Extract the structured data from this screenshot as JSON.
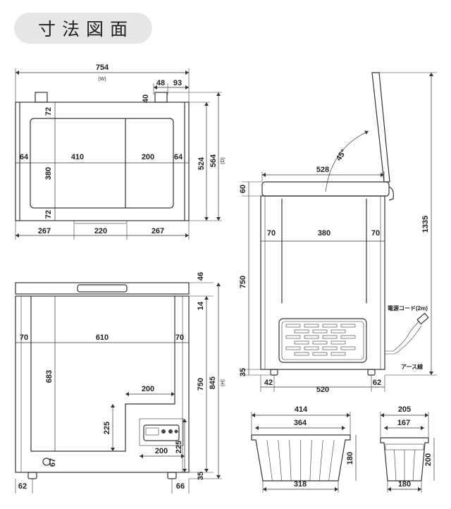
{
  "title": "寸法図面",
  "top_view": {
    "width": "754",
    "width_note": "(W)",
    "pad": "48",
    "hinge_offset": "93",
    "hinge_h": "40",
    "depth_inner": "524",
    "depth": "564",
    "depth_note": "(D)",
    "lid_top": "72",
    "lid_bottom": "72",
    "lid_h": "380",
    "left": "64",
    "center": "410",
    "right_in": "200",
    "right": "64",
    "bottom_left": "267",
    "bottom_mid": "220",
    "bottom_right": "267"
  },
  "front_view": {
    "lid_h": "46",
    "gap": "14",
    "left": "70",
    "center": "610",
    "right": "70",
    "inner_h": "683",
    "height_body": "750",
    "height": "845",
    "height_note": "(H)",
    "step_w": "200",
    "step_h": "225",
    "panel_w": "200",
    "panel_h": "225",
    "drain_h": "67",
    "foot_h": "35",
    "foot_left": "62",
    "foot_right": "66"
  },
  "side_view": {
    "lid_angle": "45°",
    "lid_w": "528",
    "lid_h": "60",
    "open_h": "1335",
    "left": "70",
    "center": "380",
    "right": "70",
    "body_h": "750",
    "foot_h": "35",
    "foot_left": "42",
    "base": "520",
    "foot_right": "62",
    "cord_label": "電源コード(2m)",
    "earth_label": "アース線"
  },
  "basket_front": {
    "top": "414",
    "inner_top": "364",
    "height": "180",
    "bottom": "318"
  },
  "basket_side": {
    "top": "205",
    "inner_top": "167",
    "height": "200",
    "bottom": "180"
  }
}
